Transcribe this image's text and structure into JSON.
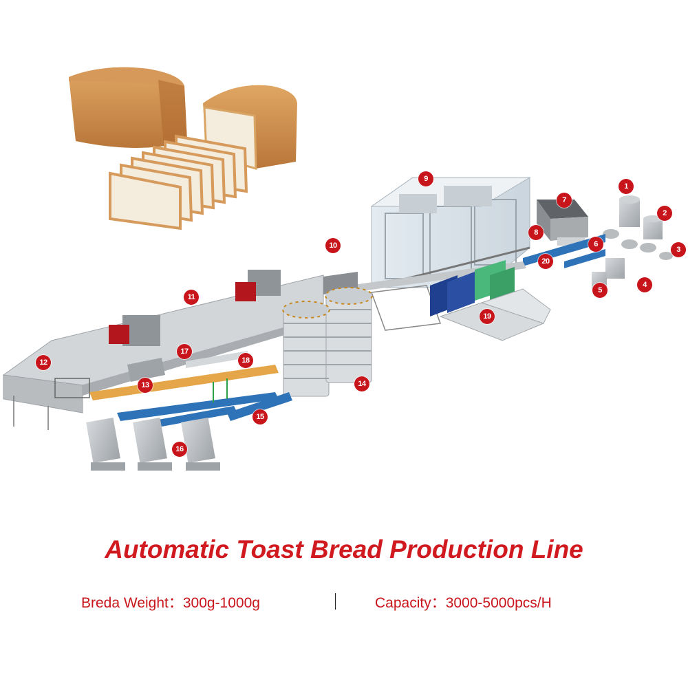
{
  "diagram": {
    "title": "Automatic Toast Bread Production Line",
    "specs": {
      "weight": "Breda Weight：300g-1000g",
      "capacity": "Capacity：3000-5000pcs/H"
    },
    "labels": [
      "1",
      "2",
      "3",
      "4",
      "5",
      "6",
      "7",
      "8",
      "9",
      "10",
      "11",
      "12",
      "13",
      "14",
      "15",
      "16",
      "17",
      "18",
      "19",
      "20"
    ]
  },
  "colors": {
    "accent_red": "#c8151b",
    "title_red": "#d01a1f",
    "machine_grey": "#b9bcbf",
    "conveyor_blue": "#2e73b8",
    "proofer_green": "#4ab87a",
    "bread_crust": "#c98a45",
    "bread_crumb": "#f3ead8"
  }
}
